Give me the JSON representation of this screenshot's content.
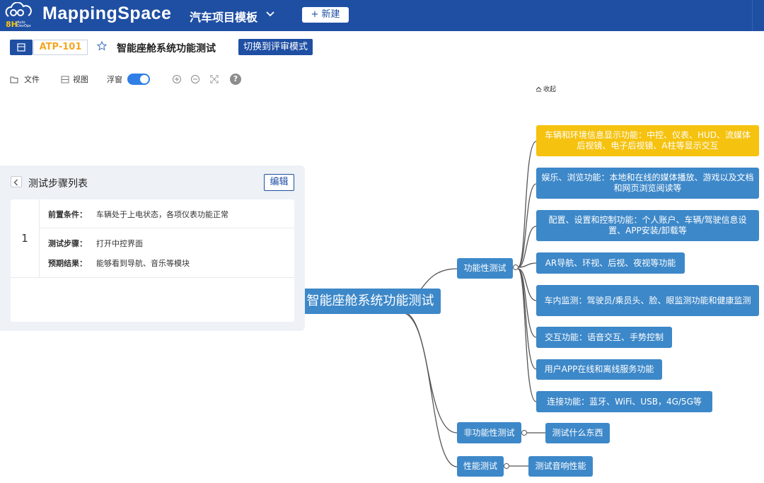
{
  "header": {
    "logo_text": "8H",
    "logo_sub_lines": [
      "Auto",
      "DevOps"
    ],
    "brand": "MappingSpace",
    "project": "汽车项目模板",
    "new_button": "+ 新建"
  },
  "doc": {
    "id": "ATP-101",
    "title": "智能座舱系统功能测试",
    "review_button": "切换到评审模式"
  },
  "toolbar": {
    "file": "文件",
    "view": "视图",
    "float": "浮窗",
    "float_on": true,
    "help": "?",
    "collapse": "收起"
  },
  "steps_panel": {
    "title": "测试步骤列表",
    "edit_button": "编辑",
    "steps": [
      {
        "number": "1",
        "precondition_label": "前置条件：",
        "precondition": "车辆处于上电状态，各项仪表功能正常",
        "action_label": "测试步骤：",
        "action": "打开中控界面",
        "expected_label": "预期结果：",
        "expected": "能够看到导航、音乐等模块"
      }
    ]
  },
  "mindmap": {
    "root": "智能座舱系统功能测试",
    "branches": [
      {
        "label": "功能性测试",
        "children": [
          "车辆和环境信息显示功能：中控、仪表、HUD、流媒体后视镜、电子后视镜、A柱等显示交互",
          "娱乐、浏览功能：本地和在线的媒体播放、游戏以及文档和网页浏览阅读等",
          "配置、设置和控制功能：个人账户、车辆/驾驶信息设置、APP安装/卸载等",
          "AR导航、环视、后视、夜视等功能",
          "车内监测：驾驶员/乘员头、脸、眼监测功能和健康监测",
          "交互功能：语音交互、手势控制",
          "用户APP在线和离线服务功能",
          "连接功能：蓝牙、WiFi、USB，4G/5G等"
        ]
      },
      {
        "label": "非功能性测试",
        "children": [
          "测试什么东西"
        ]
      },
      {
        "label": "性能测试",
        "children": [
          "测试音响性能"
        ]
      }
    ]
  },
  "colors": {
    "header_bg": "#1f4fa3",
    "node_blue": "#3d88c9",
    "node_highlight": "#f5c20f",
    "id_orange": "#f5a623"
  }
}
